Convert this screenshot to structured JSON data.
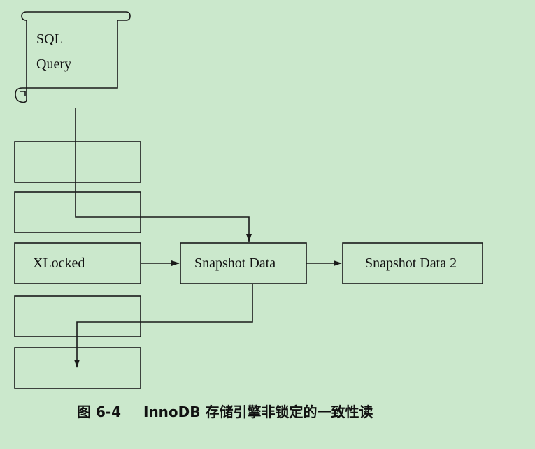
{
  "diagram": {
    "query_line1": "SQL",
    "query_line2": "Query",
    "row_xlocked": "XLocked",
    "snapshot_1": "Snapshot Data",
    "snapshot_2": "Snapshot Data 2"
  },
  "caption": {
    "figure_label": "图 6-4",
    "figure_title": "InnoDB 存储引擎非锁定的一致性读"
  }
}
